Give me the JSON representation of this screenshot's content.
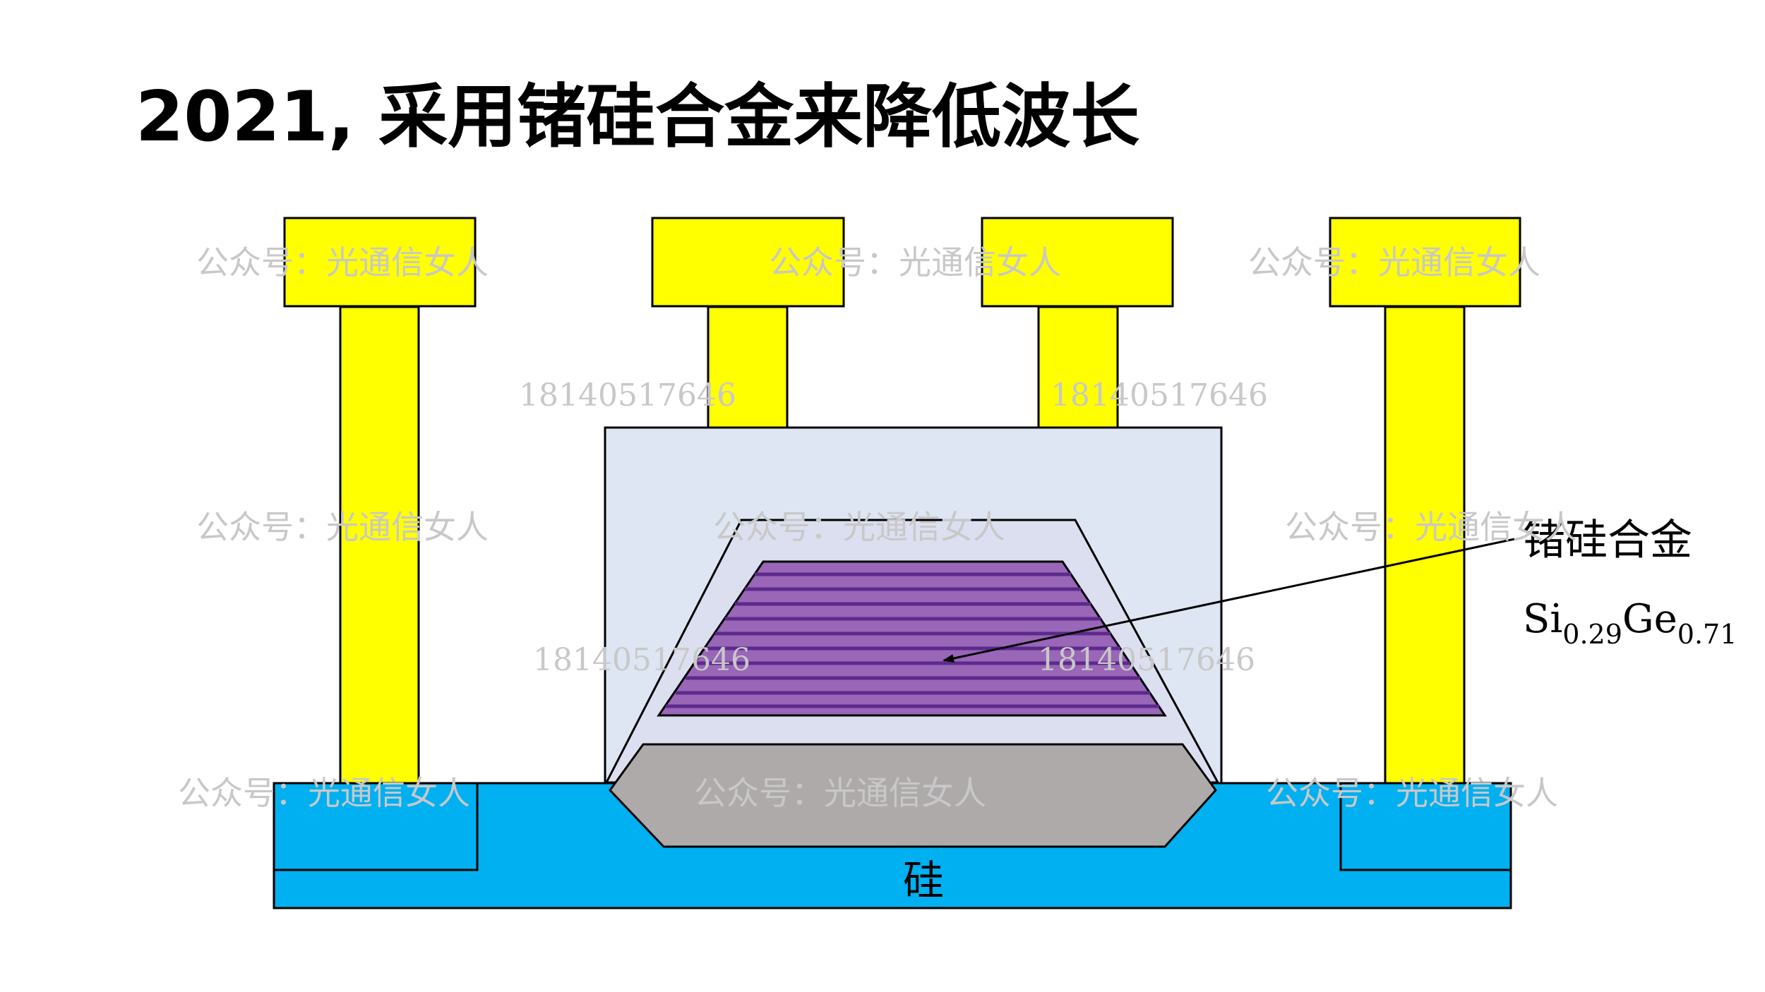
{
  "slide": {
    "title": "2021, 采用锗硅合金来降低波长"
  },
  "diagram": {
    "substrate_label": "硅",
    "alloy_label": "锗硅合金",
    "formula": {
      "el1": "Si",
      "sub1": "0.29",
      "el2": "Ge",
      "sub2": "0.71"
    },
    "watermark_name": "公众号：光通信女人",
    "watermark_number": "18140517646",
    "colors": {
      "substrate": "#00b0f0",
      "metal": "#ffff00",
      "oxide": "#dde6f2",
      "inner_cladding": "#dcdff0",
      "quantum_well": "#9966b8",
      "barrier": "#5c2a8a",
      "base": "#aeaaaa",
      "watermark": "#c8c8c8"
    }
  }
}
